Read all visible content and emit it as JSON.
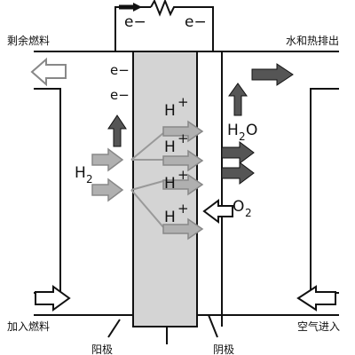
{
  "labels": {
    "remaining_fuel": "剩余燃料",
    "water_heat_out": "水和热排出",
    "add_fuel": "加入燃料",
    "air_in": "空气进入",
    "anode": "阳极",
    "cathode": "阴极"
  },
  "symbols": {
    "electron": "e−",
    "electron_left": "e−",
    "electron_right": "e−",
    "h_plus": "H",
    "plus": "+",
    "h2_h": "H",
    "h2_sub": "2",
    "h2o_h": "H",
    "h2o_sub": "2",
    "h2o_o": "O",
    "o2_o": "O",
    "o2_sub": "2"
  },
  "colors": {
    "electrolyte_fill": "#d4d4d4",
    "dark_arrow": "#555555",
    "light_arrow": "#b0b0b0",
    "line": "#111111"
  }
}
